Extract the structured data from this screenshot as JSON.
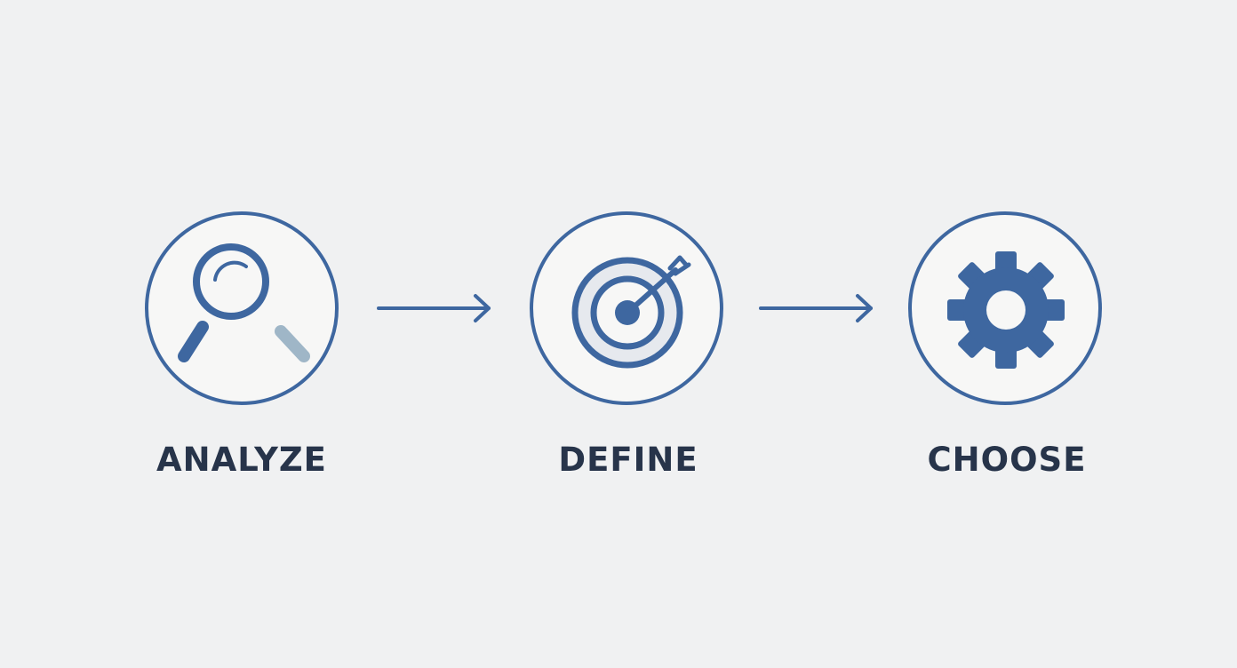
{
  "steps": [
    {
      "label": "ANALYZE",
      "icon": "magnifying-glass-icon"
    },
    {
      "label": "DEFINE",
      "icon": "target-icon"
    },
    {
      "label": "CHOOSE",
      "icon": "gear-icon"
    }
  ],
  "colors": {
    "background": "#f0f1f2",
    "circle_fill": "#f7f7f6",
    "accent": "#3e67a0",
    "accent_light": "#9fb6c7",
    "target_ring_fill": "#e6e9ee",
    "label": "#27344a"
  }
}
